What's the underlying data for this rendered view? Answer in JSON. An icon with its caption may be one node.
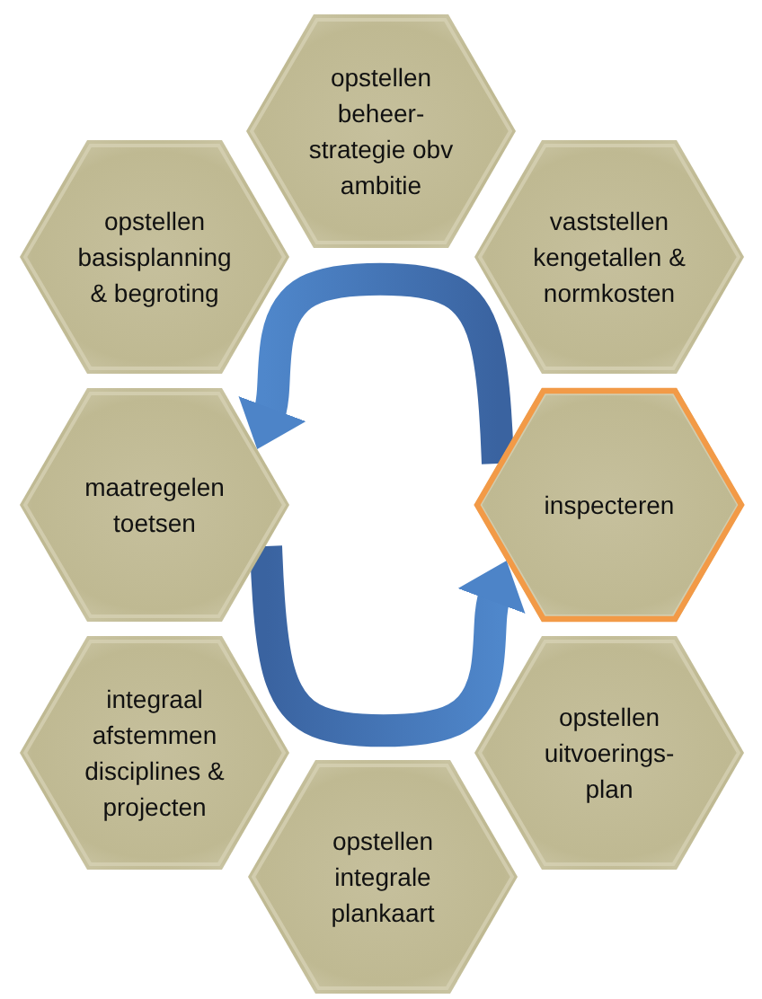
{
  "diagram": {
    "nodes": [
      {
        "text": [
          "opstellen beheer-strategie obv ambitie"
        ]
      },
      {
        "text": [
          "opstellen basisplanning & begroting"
        ]
      },
      {
        "text": [
          "vaststellen kengetallen & normkosten"
        ]
      },
      {
        "text": [
          "maatregelen toetsen"
        ]
      },
      {
        "text": [
          "inspecteren"
        ]
      },
      {
        "text": [
          "integraal afstemmen disciplines & projecten"
        ]
      },
      {
        "text": [
          "opstellen uitvoerings-plan"
        ]
      },
      {
        "text": [
          "opstellen integrale plankaart"
        ]
      }
    ],
    "edges": [
      {
        "from": 4,
        "to": 3,
        "arrow": "to"
      },
      {
        "from": 3,
        "to": 4,
        "arrow": "to"
      }
    ]
  }
}
